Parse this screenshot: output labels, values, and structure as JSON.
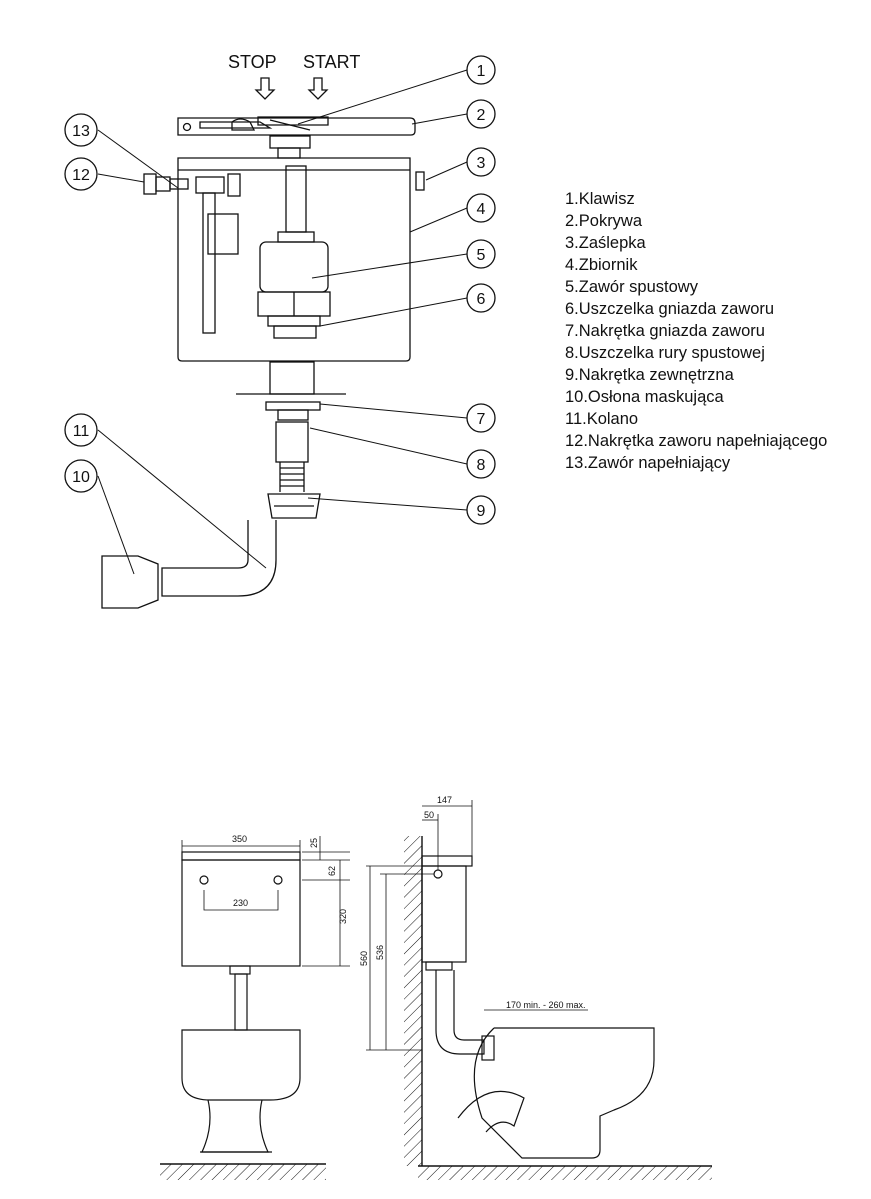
{
  "top": {
    "stop_label": "STOP",
    "start_label": "START",
    "callouts": [
      "1",
      "2",
      "3",
      "4",
      "5",
      "6",
      "7",
      "8",
      "9",
      "10",
      "11",
      "12",
      "13"
    ]
  },
  "legend": [
    "1.Klawisz",
    "2.Pokrywa",
    "3.Zaślepka",
    "4.Zbiornik",
    "5.Zawór spustowy",
    "6.Uszczelka gniazda zaworu",
    "7.Nakrętka gniazda zaworu",
    "8.Uszczelka rury spustowej",
    "9.Nakrętka zewnętrzna",
    "10.Osłona maskująca",
    "11.Kolano",
    "12.Nakrętka zaworu napełniającego",
    "13.Zawór napełniający"
  ],
  "front_view": {
    "width_dim": "350",
    "lid_dim": "25",
    "hole_offset_dim": "62",
    "height_dim": "320",
    "hole_spacing_dim": "230"
  },
  "side_view": {
    "depth_dim": "147",
    "hole_depth_dim": "50",
    "total_height_dim": "560",
    "hole_height_dim": "536",
    "distance_dim": "170 min. - 260 max."
  }
}
